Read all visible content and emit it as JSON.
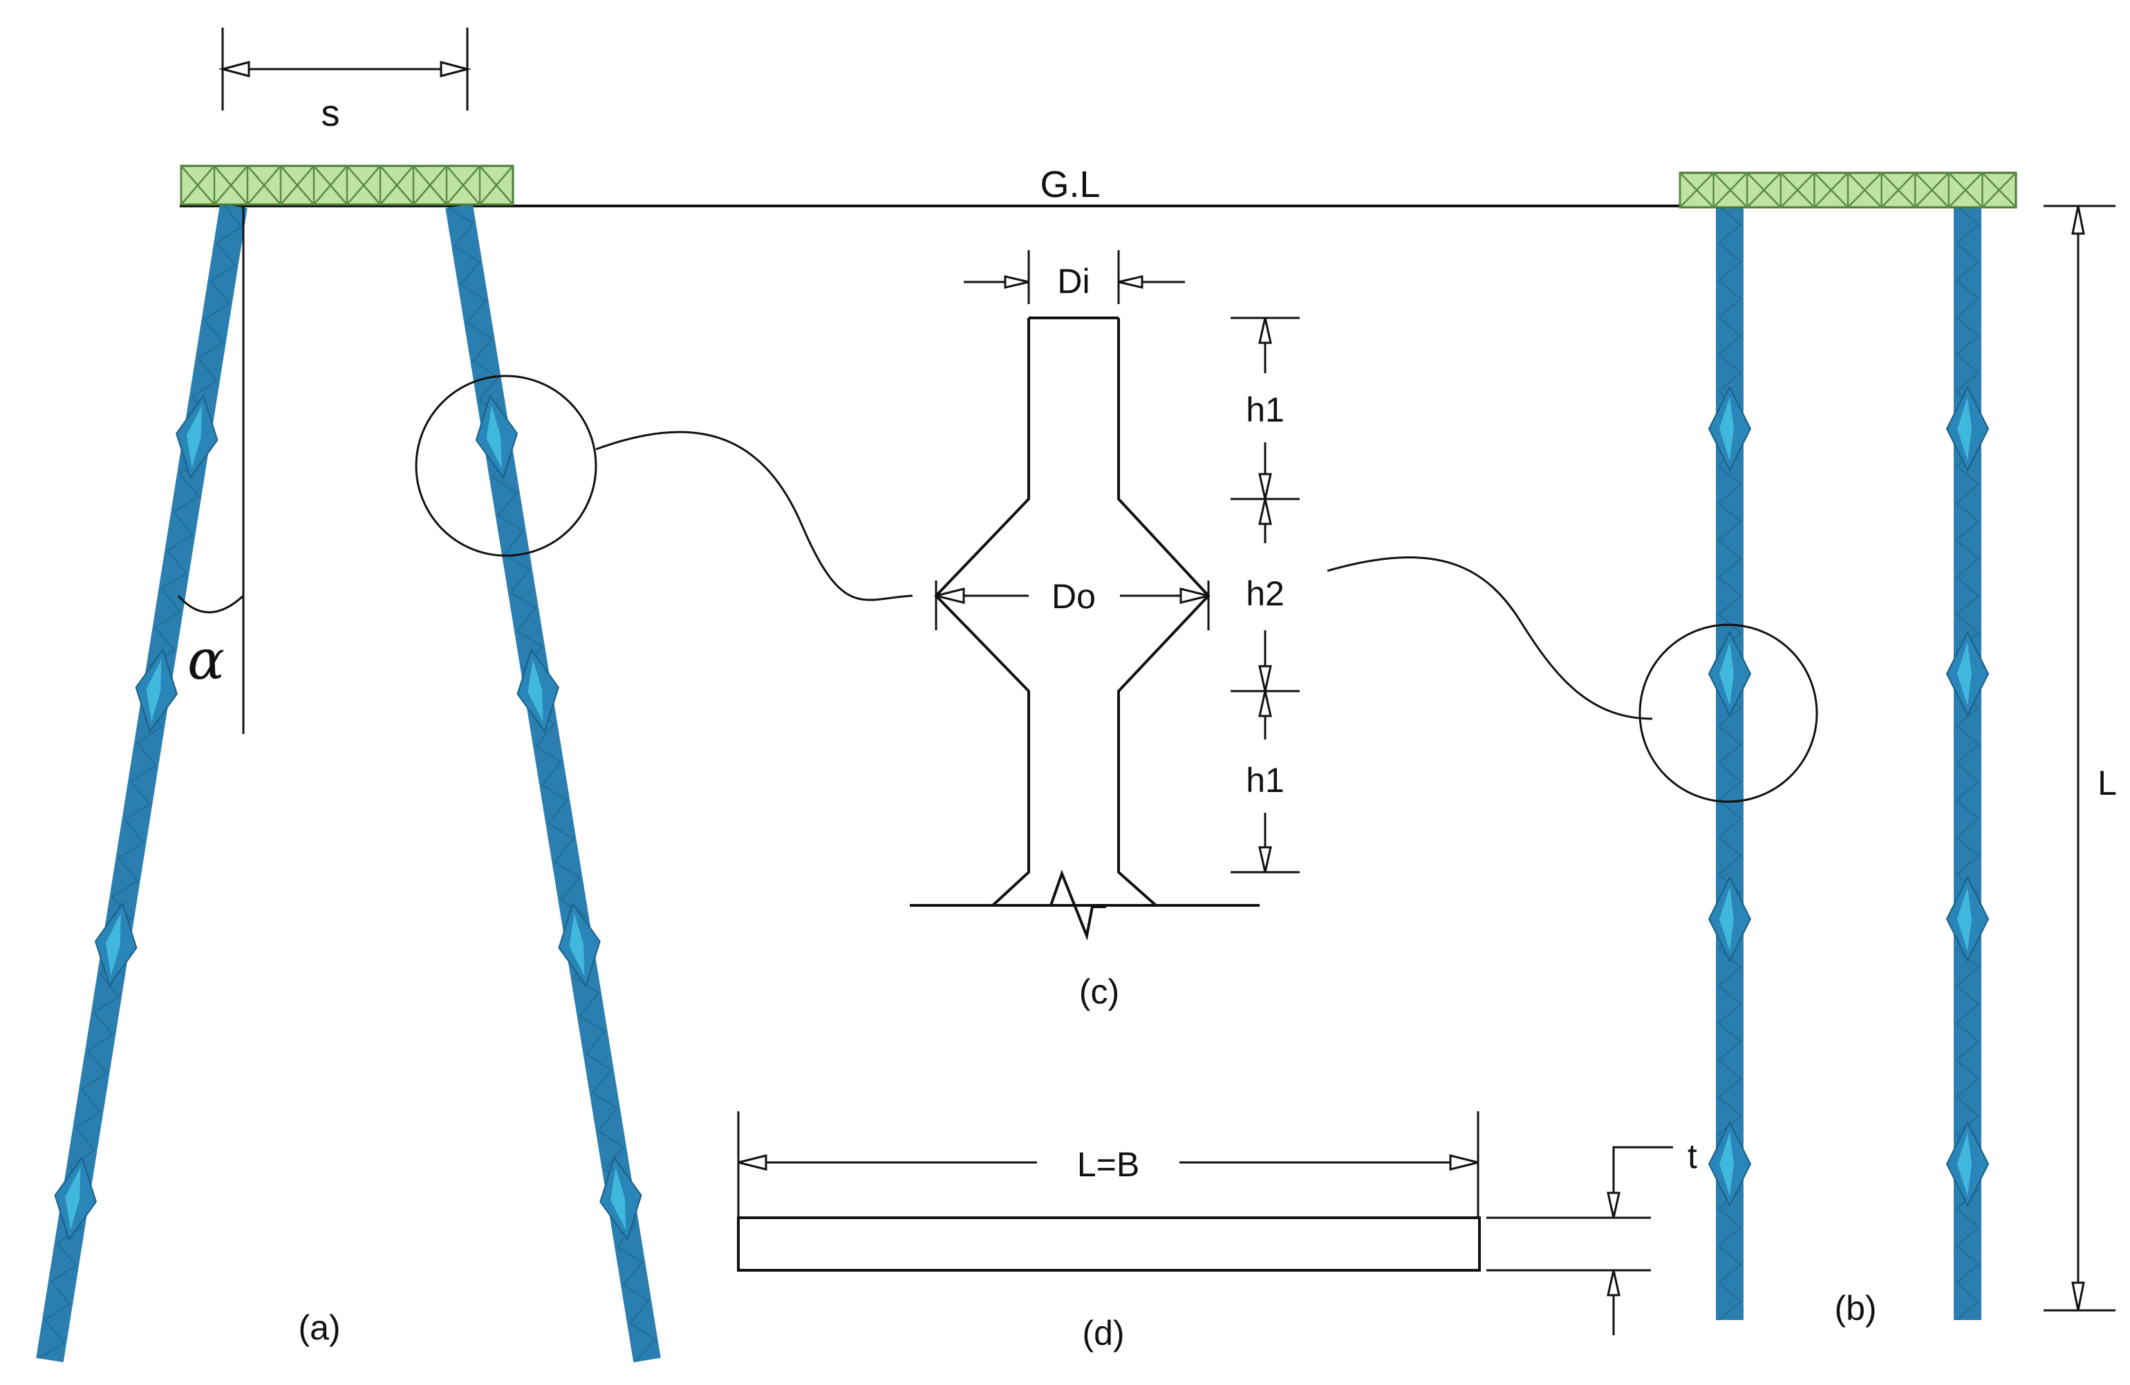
{
  "figure": {
    "labels": {
      "spacing": "s",
      "ground_level": "G.L",
      "angle": "α",
      "inner_diameter": "Di",
      "outer_diameter": "Do",
      "shaft_height_top": "h1",
      "bulb_height": "h2",
      "shaft_height_bottom": "h1",
      "length": "L",
      "cap_length": "L=B",
      "thickness": "t"
    },
    "panels": {
      "a": "(a)",
      "b": "(b)",
      "c": "(c)",
      "d": "(d)"
    },
    "colors": {
      "pile": "#2a85b8",
      "pile_highlight": "#48c8e8",
      "pile_cap": "#bfe3a0",
      "lines": "#111111"
    }
  }
}
